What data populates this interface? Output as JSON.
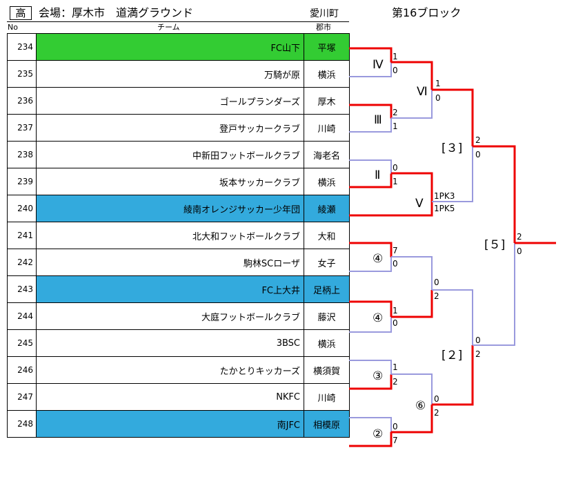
{
  "header": {
    "level": "高",
    "venue": "会場：厚木市　道満グラウンド",
    "pref_city": "愛川町",
    "block": "第16ブロック"
  },
  "columns": {
    "no": "No",
    "team": "チーム",
    "city": "郡市"
  },
  "teams": [
    {
      "no": "234",
      "name": "FC山下",
      "city": "平塚",
      "highlight": "#33cc33"
    },
    {
      "no": "235",
      "name": "万騎が原",
      "city": "横浜",
      "highlight": ""
    },
    {
      "no": "236",
      "name": "ゴールプランダーズ",
      "city": "厚木",
      "highlight": ""
    },
    {
      "no": "237",
      "name": "登戸サッカークラブ",
      "city": "川崎",
      "highlight": ""
    },
    {
      "no": "238",
      "name": "中新田フットボールクラブ",
      "city": "海老名",
      "highlight": ""
    },
    {
      "no": "239",
      "name": "坂本サッカークラブ",
      "city": "横浜",
      "highlight": ""
    },
    {
      "no": "240",
      "name": "綾南オレンジサッカー少年団",
      "city": "綾瀬",
      "highlight": "#33aadd"
    },
    {
      "no": "241",
      "name": "北大和フットボールクラブ",
      "city": "大和",
      "highlight": ""
    },
    {
      "no": "242",
      "name": "駒林SCローザ",
      "city": "女子",
      "highlight": ""
    },
    {
      "no": "243",
      "name": "FC上大井",
      "city": "足柄上",
      "highlight": "#33aadd"
    },
    {
      "no": "244",
      "name": "大庭フットボールクラブ",
      "city": "藤沢",
      "highlight": ""
    },
    {
      "no": "245",
      "name": "3BSC",
      "city": "横浜",
      "highlight": ""
    },
    {
      "no": "246",
      "name": "たかとりキッカーズ",
      "city": "横須賀",
      "highlight": ""
    },
    {
      "no": "247",
      "name": "NKFC",
      "city": "川崎",
      "highlight": ""
    },
    {
      "no": "248",
      "name": "南JFC",
      "city": "相模原",
      "highlight": "#33aadd"
    }
  ],
  "bracket": {
    "colors": {
      "win": "#ee0000",
      "lose": "#9999dd"
    },
    "round_labels": [
      "Ⅳ",
      "Ⅲ",
      "Ⅱ",
      "Ⅵ",
      "Ⅴ",
      "[３]",
      "④",
      "④",
      "③",
      "②",
      "⑥",
      "[２]",
      "[５]"
    ],
    "scores": [
      "1",
      "0",
      "2",
      "1",
      "0",
      "1",
      "1",
      "0",
      "1PK3",
      "1PK5",
      "2",
      "0",
      "7",
      "0",
      "1",
      "0",
      "1",
      "2",
      "0",
      "7",
      "0",
      "2",
      "0",
      "2",
      "0",
      "2",
      "2",
      "0"
    ]
  }
}
